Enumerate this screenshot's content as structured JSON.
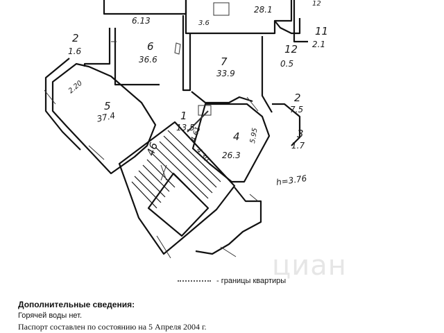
{
  "plan": {
    "rooms": [
      {
        "id": "r5",
        "num": "5",
        "area": "37.4"
      },
      {
        "id": "r6",
        "num": "6",
        "area": "36.6"
      },
      {
        "id": "r7",
        "num": "7",
        "area": "33.9"
      },
      {
        "id": "r4",
        "num": "4",
        "area": "26.3"
      },
      {
        "id": "r1",
        "num": "1",
        "area": "13.5"
      },
      {
        "id": "r2",
        "num": "2",
        "area": "7.5"
      },
      {
        "id": "r3",
        "num": "3",
        "area": "1.7"
      },
      {
        "id": "r11",
        "num": "11",
        "area": "2.1"
      },
      {
        "id": "r12",
        "num": "12",
        "area": "0.5"
      },
      {
        "id": "r2b",
        "num": "2",
        "area": "1.6"
      },
      {
        "id": "rTop",
        "num": "",
        "area": "28.1"
      }
    ],
    "labels": {
      "dim_a": "6.13",
      "dim_b": "2.20",
      "dim_c": "5.95",
      "dim_d": "4.61",
      "dim_e": "4.30",
      "dim_f": "3.6",
      "dim_stairs": "46",
      "height": "h=3.76",
      "top_right": "12"
    }
  },
  "legend_text": "- границы квартиры",
  "notes": {
    "heading": "Дополнительные сведения:",
    "line1": "Горячей воды нет.",
    "line2": "Паспорт составлен по состоянию на 5 Апреля 2004 г."
  },
  "watermark": "циан"
}
